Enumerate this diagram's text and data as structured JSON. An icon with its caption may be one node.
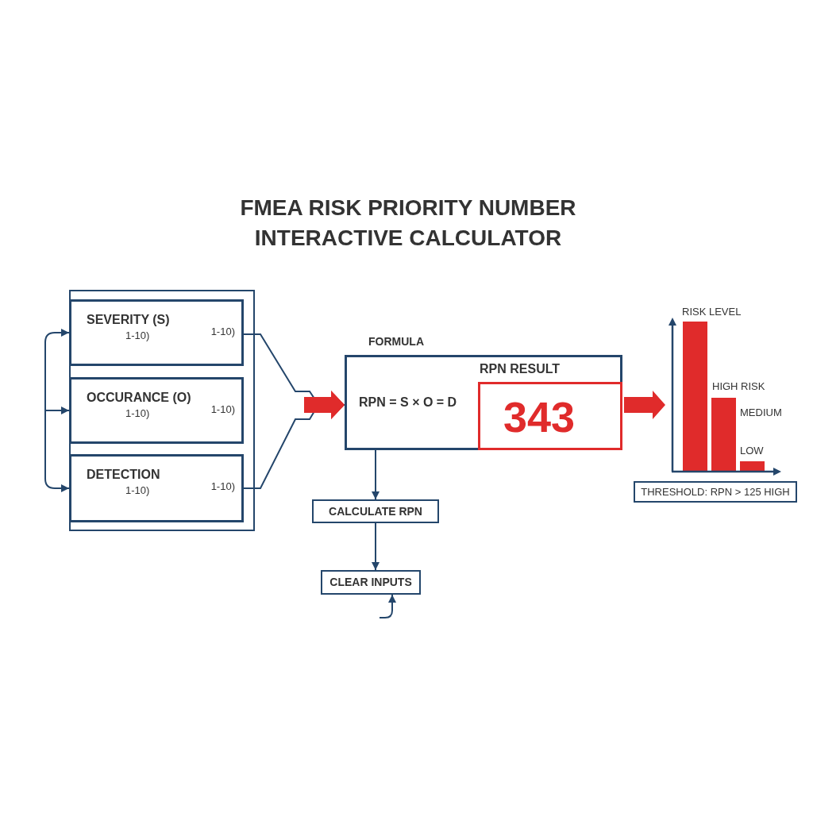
{
  "diagram": {
    "title": "FMEA RISK PRIORITY NUMBER INTERACTIVE CALCULATOR",
    "nodes": [
      {
        "text": [],
        "shape": "box"
      },
      {
        "text": [
          "SEVERITY (S)",
          "1-10)",
          "1-10)"
        ],
        "in": 0
      },
      {
        "text": [
          "OCCURANCE (O)",
          "1-10)",
          "1-10)"
        ],
        "in": 0
      },
      {
        "text": [
          "DETECTION",
          "1-10)",
          "1-10)"
        ],
        "in": 0
      },
      {
        "text": [
          "FORMULA",
          "RPN = S × O = D"
        ]
      },
      {
        "text": [
          "RPN RESULT",
          "343"
        ],
        "in": 4
      },
      {
        "text": [
          "CALCULATE RPN"
        ]
      },
      {
        "text": [
          "CLEAR INPUTS"
        ]
      },
      {
        "text": [
          "RISK LEVEL",
          "HIGH RISK",
          "MEDIUM",
          "LOW"
        ]
      },
      {
        "text": [
          "THRESHOLD: RPN > 125 HIGH"
        ]
      }
    ],
    "edges": [
      {
        "from": null,
        "to": 1,
        "arrow": "to"
      },
      {
        "from": null,
        "to": 2,
        "arrow": "to"
      },
      {
        "from": null,
        "to": 3,
        "arrow": "to"
      },
      {
        "from": 1,
        "to": 4,
        "arrow": "to"
      },
      {
        "from": 3,
        "to": 4,
        "arrow": "to"
      },
      {
        "from": 5,
        "to": 8,
        "arrow": "to",
        "style": "thick",
        "color": "#e02b2b"
      },
      {
        "from": 4,
        "to": 6,
        "arrow": "to"
      },
      {
        "from": 6,
        "to": 7,
        "arrow": "to"
      },
      {
        "from": null,
        "to": 7,
        "arrow": "to"
      }
    ]
  }
}
